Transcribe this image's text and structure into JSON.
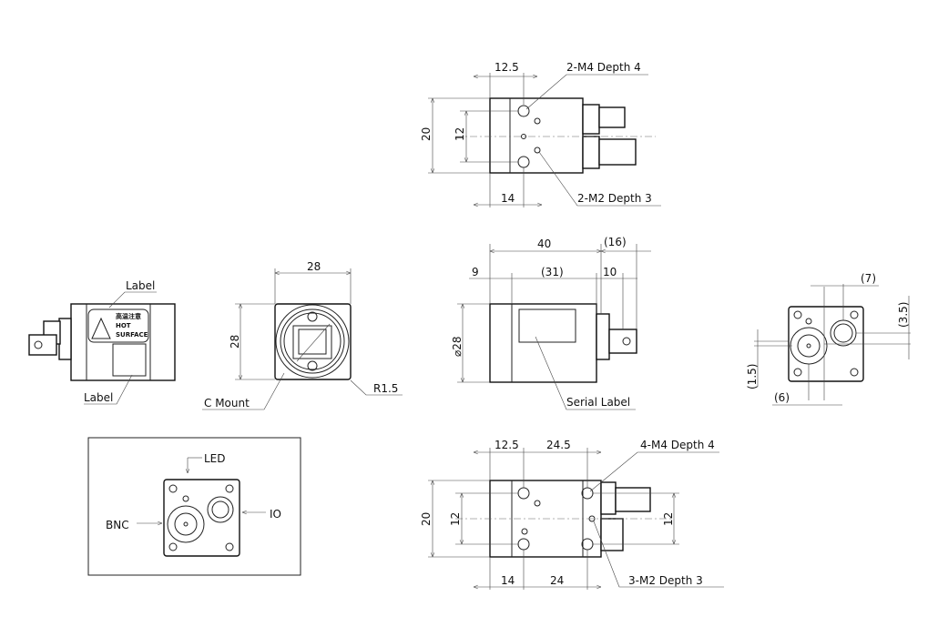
{
  "top_view": {
    "dim_12_5": "12.5",
    "m4_note": "2-M4 Depth 4",
    "dim_20": "20",
    "dim_12": "12",
    "dim_14": "14",
    "m2_note": "2-M2 Depth 3"
  },
  "left_view": {
    "label_top": "Label",
    "label_bottom": "Label",
    "warn_jp": "高温注意",
    "warn_hot": "HOT",
    "warn_surface": "SURFACE"
  },
  "front_view": {
    "width": "28",
    "height": "28",
    "mount": "C Mount",
    "radius": "R1.5"
  },
  "side_view": {
    "length": "40",
    "connector": "(16)",
    "front": "9",
    "middle": "(31)",
    "rear": "10",
    "diameter": "⌀28",
    "serial": "Serial Label"
  },
  "rear_view": {
    "dim_7": "(7)",
    "dim_3_5": "(3.5)",
    "dim_1_5": "(1.5)",
    "dim_6": "(6)"
  },
  "bottom_view": {
    "dim_12_5": "12.5",
    "dim_24_5": "24.5",
    "m4_note": "4-M4  Depth 4",
    "dim_20": "20",
    "dim_12_left": "12",
    "dim_12_right": "12",
    "dim_14": "14",
    "dim_24": "24",
    "m2_note": "3-M2  Depth 3"
  },
  "detail": {
    "led": "LED",
    "bnc": "BNC",
    "io": "IO"
  }
}
